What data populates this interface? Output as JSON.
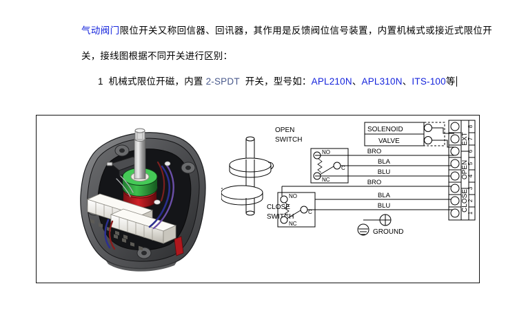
{
  "document": {
    "paragraphs": [
      {
        "id": "intro",
        "segments": [
          {
            "text": "气动阀门",
            "style": "blue"
          },
          {
            "text": "限位开关又称回信器、回讯器，其作用是反馈阀位信号装置，内置机械式或接近式限位开关，接线图根据不同开关进行区别：",
            "style": "normal"
          }
        ]
      },
      {
        "id": "item1",
        "segments": [
          {
            "text": "1  机械式限位开磁，内置 ",
            "style": "normal"
          },
          {
            "text": "2-SPDT",
            "style": "grayblue"
          },
          {
            "text": "  开关，型号如：",
            "style": "normal"
          },
          {
            "text": "APL210N",
            "style": "blue"
          },
          {
            "text": "、",
            "style": "normal"
          },
          {
            "text": "APL310N",
            "style": "blue"
          },
          {
            "text": "、",
            "style": "normal"
          },
          {
            "text": "ITS-100",
            "style": "blue"
          },
          {
            "text": "等",
            "style": "normal"
          }
        ]
      }
    ],
    "line1_text": "气动阀门限位开关又称回信器、回讯器，其作用是反馈阀位信号装置，内置机械式或接近",
    "line2_text": "式限位开关，接线图根据不同开关进行区别：",
    "line1_blue_prefix": "气动阀门",
    "line1_rest": "限位开关又称回信器、回讯器，其作用是反馈阀位信号装置，内置机械式或接近",
    "item_number": "1",
    "item_part1": "机械式限位开磁，内置",
    "item_spdt": "2-SPDT",
    "item_part2": "开关，型号如：",
    "model_1": "APL210N",
    "sep_1": "、",
    "model_2": "APL310N",
    "sep_2": "、",
    "model_3": "ITS-100",
    "item_suffix": "等"
  },
  "figure": {
    "photo": {
      "alt_name": "pneumatic-limit-switch-box-photo",
      "description": "Open limit switch enclosure showing terminal strip, green and red cams, shaft and wiring"
    },
    "schematic": {
      "cam_open_label_line1": "OPEN",
      "cam_open_label_line2": "SWITCH",
      "cam_close_label_line1": "CLOSE",
      "cam_close_label_line2": "SWITCH",
      "switches": [
        {
          "name": "open-switch",
          "no": "NO",
          "nc": "NC",
          "c": "C"
        },
        {
          "name": "close-switch",
          "no": "NO",
          "nc": "NC",
          "c": "C"
        }
      ],
      "solenoid_label_line1": "SOLENOID",
      "solenoid_label_line2": "VALVE",
      "ground_label": "GROUND",
      "wire_labels": [
        "BRO",
        "BLA",
        "BLU",
        "BRO",
        "BLA",
        "BLU"
      ],
      "terminal_block": {
        "groups": [
          {
            "label": "EXT",
            "terminals": [
              "8",
              "7"
            ]
          },
          {
            "label": "OPEN",
            "terminals": [
              "6",
              "5",
              "4"
            ]
          },
          {
            "label": "CLOSE",
            "terminals": [
              "3",
              "2",
              "1"
            ]
          }
        ],
        "numbers_top_to_bottom": [
          "8",
          "7",
          "6",
          "5",
          "4",
          "3",
          "2",
          "1"
        ]
      }
    }
  },
  "colors": {
    "link_blue": "#1423dc",
    "spdt_gray_blue": "#4a5a8c",
    "frame_border": "#111111",
    "page_background": "#ffffff"
  }
}
